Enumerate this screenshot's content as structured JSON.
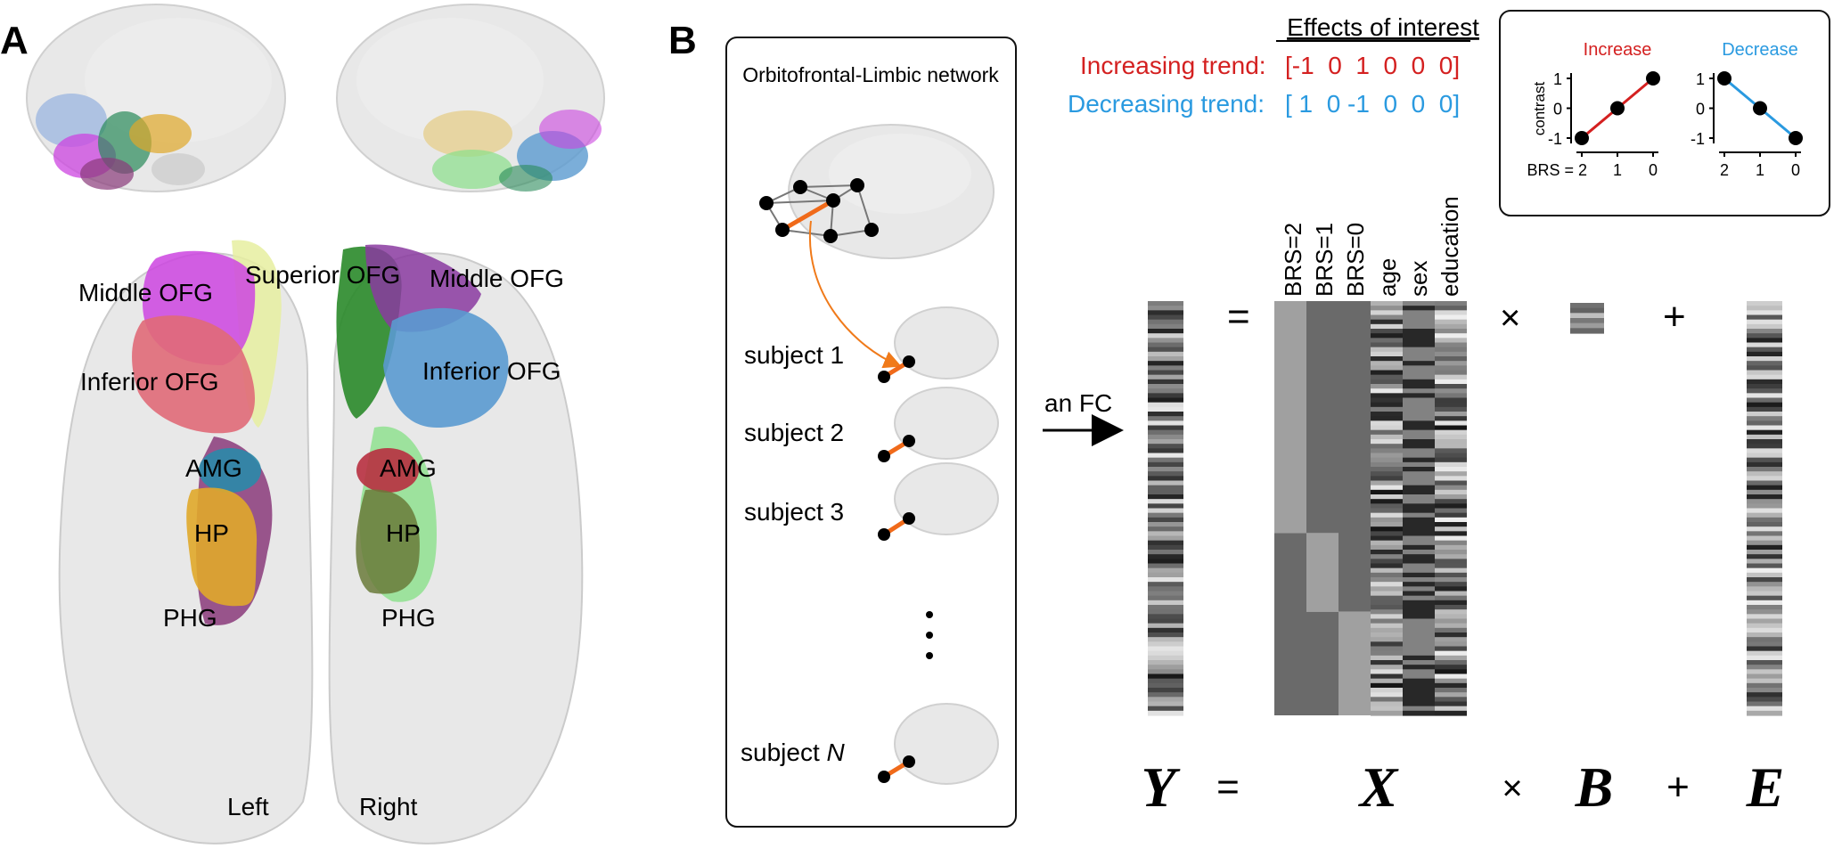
{
  "panel_a": {
    "letter": "A",
    "left_labels": {
      "middle_ofg": "Middle OFG",
      "superior_ofg": "Superior OFG",
      "inferior_ofg": "Inferior OFG",
      "amg": "AMG",
      "hp": "HP",
      "phg": "PHG"
    },
    "right_labels": {
      "superior_ofg": "Superior OFG",
      "middle_ofg": "Middle OFG",
      "inferior_ofg": "Inferior OFG",
      "amg": "AMG",
      "hp": "HP",
      "phg": "PHG"
    },
    "hemisphere_left": "Left",
    "hemisphere_right": "Right",
    "colors": {
      "middle_ofg": "#cc44e0",
      "superior_ofg": "#e6efa0",
      "inferior_ofg": "#e06a78",
      "amg_left": "#2a8aa8",
      "hp_left": "#e0a82a",
      "phg_left": "#8a3a7a",
      "superior_ofg_right": "#2a8a2a",
      "middle_ofg_right": "#8a3aa0",
      "inferior_ofg_right": "#5a9ad0",
      "amg_right": "#b83040",
      "hp_right": "#6a7a3a",
      "phg_right": "#8ae08a"
    }
  },
  "panel_b": {
    "letter": "B",
    "network_title": "Orbitofrontal-Limbic network",
    "subjects": [
      "subject 1",
      "subject 2",
      "subject 3"
    ],
    "subject_n_prefix": "subject ",
    "subject_n_var": "N",
    "fc_label": "an FC",
    "effects_title": "Effects of interest",
    "increasing_label": "Increasing trend:",
    "increasing_vector": "[-1  0  1  0  0  0]",
    "decreasing_label": "Decreasing trend:",
    "decreasing_vector": "[ 1  0 -1  0  0  0]",
    "increasing_color": "#d42020",
    "decreasing_color": "#2a9ae0",
    "design_columns": [
      "BRS=2",
      "BRS=1",
      "BRS=0",
      "age",
      "sex",
      "education"
    ],
    "equation": {
      "y": "Y",
      "eq": "=",
      "x": "X",
      "times": "×",
      "b": "B",
      "plus": "+",
      "e": "E"
    },
    "inset": {
      "increase_title": "Increase",
      "decrease_title": "Decrease",
      "ylabel": "contrast",
      "xlabel_prefix": "BRS = ",
      "yticks": [
        "1",
        "0",
        "-1"
      ],
      "xticks": [
        "2",
        "1",
        "0"
      ]
    }
  },
  "chart_data": [
    {
      "type": "line",
      "title": "Increase",
      "xlabel": "BRS",
      "ylabel": "contrast",
      "x": [
        2,
        1,
        0
      ],
      "values": [
        -1,
        0,
        1
      ],
      "ylim": [
        -1,
        1
      ]
    },
    {
      "type": "line",
      "title": "Decrease",
      "xlabel": "BRS",
      "ylabel": "contrast",
      "x": [
        2,
        1,
        0
      ],
      "values": [
        1,
        0,
        -1
      ],
      "ylim": [
        -1,
        1
      ]
    }
  ]
}
